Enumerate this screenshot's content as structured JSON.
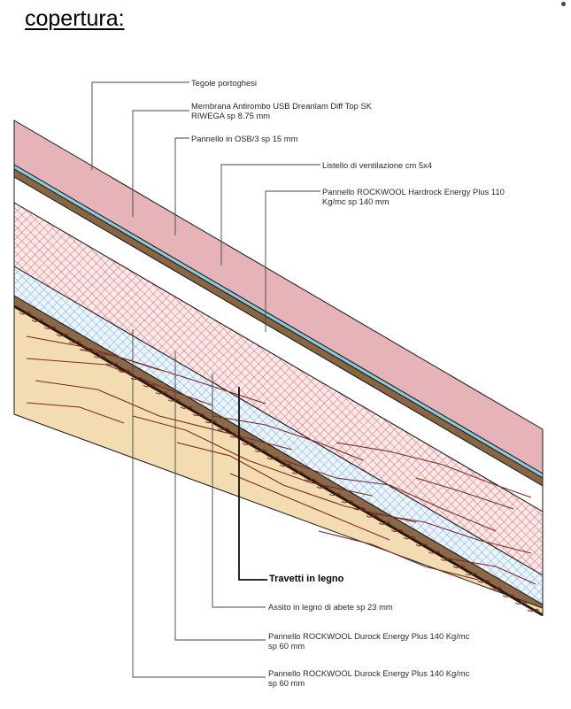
{
  "title": "copertura:",
  "layers": [
    {
      "label": "Tegole portoghesi"
    },
    {
      "label": "Membrana Antirombo USB Dreanlam Diff Top SK",
      "label2": "RIWEGA sp 8.75 mm"
    },
    {
      "label": "Pannello in OSB/3 sp 15 mm"
    },
    {
      "label": "Listello di ventilazione cm 5x4"
    },
    {
      "label": "Pannello ROCKWOOL Hardrock Energy Plus 110",
      "label2": "Kg/mc sp 140 mm"
    },
    {
      "label": "Travetti in legno"
    },
    {
      "label": "Assito in legno di abete sp 23 mm"
    },
    {
      "label": "Pannello ROCKWOOL Durock Energy Plus 140 Kg/mc",
      "label2": "sp 60 mm"
    },
    {
      "label": "Pannello ROCKWOOL Durock Energy Plus 140 Kg/mc",
      "label2": "sp 60 mm"
    }
  ],
  "colors": {
    "tiles": "#e6b4b8",
    "membrane": "#8cc8d8",
    "osb": "#8a6640",
    "ventilation": "#ffffff",
    "hardrock_bg": "#fbe8e8",
    "hardrock_hatch": "#e36666",
    "durock_bg": "#eef4fb",
    "durock_hatch": "#6aaee6",
    "assito": "#8a6848",
    "wood": "#f3dcb2",
    "wood_grain": "#7a2b22",
    "leader": "#444444"
  }
}
